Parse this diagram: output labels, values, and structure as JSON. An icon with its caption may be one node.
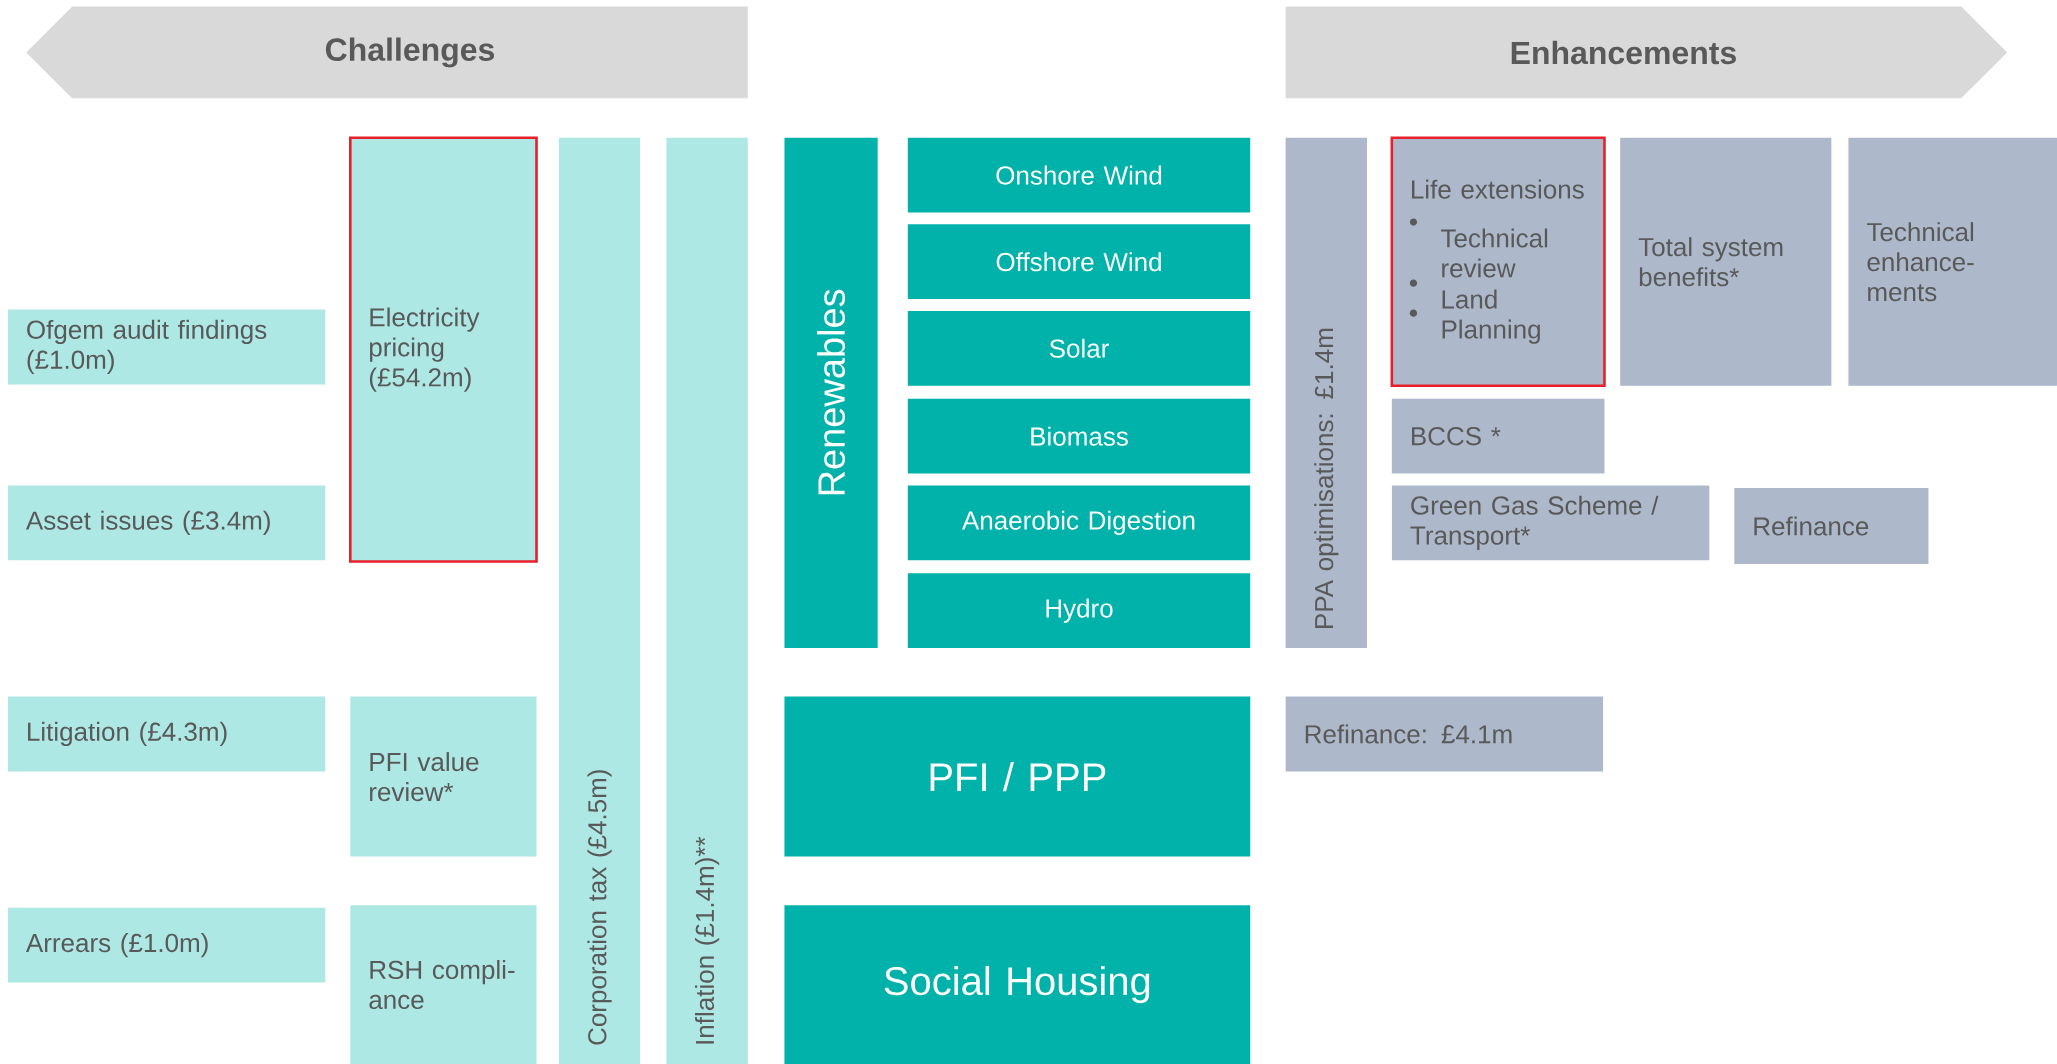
{
  "diagram": {
    "nodes": [
      {
        "text": [
          "Challenges"
        ]
      },
      {
        "text": [
          "Enhancements"
        ]
      },
      {
        "text": [
          "Ofgem audit findings (£1.0m)"
        ]
      },
      {
        "text": [
          "Asset issues (£3.4m)"
        ]
      },
      {
        "text": [
          "Litigation (£4.3m)"
        ]
      },
      {
        "text": [
          "Arrears (£1.0m)"
        ]
      },
      {
        "text": [
          "Electricity pricing (£54.2m)"
        ]
      },
      {
        "text": [
          "PFI value review*"
        ]
      },
      {
        "text": [
          "RSH compli-ance"
        ]
      },
      {
        "text": [
          "Corporation tax (£4.5m)"
        ]
      },
      {
        "text": [
          "Inflation (£1.4m)**"
        ]
      },
      {
        "text": [
          "Renewables"
        ]
      },
      {
        "text": [
          "Onshore Wind"
        ]
      },
      {
        "text": [
          "Offshore Wind"
        ]
      },
      {
        "text": [
          "Solar"
        ]
      },
      {
        "text": [
          "Biomass"
        ]
      },
      {
        "text": [
          "Anaerobic Digestion"
        ]
      },
      {
        "text": [
          "Hydro"
        ]
      },
      {
        "text": [
          "PFI / PPP"
        ]
      },
      {
        "text": [
          "Social Housing"
        ]
      },
      {
        "text": [
          "PPA optimisations: £1.4m"
        ]
      },
      {
        "text": [
          "Life extensions",
          "Technical review",
          "Land",
          "Planning"
        ]
      },
      {
        "text": [
          "Total system benefits*"
        ]
      },
      {
        "text": [
          "Technical enhance-ments"
        ]
      },
      {
        "text": [
          "BCCS *"
        ]
      },
      {
        "text": [
          "Green Gas Scheme / Transport*"
        ]
      },
      {
        "text": [
          "Refinance"
        ]
      },
      {
        "text": [
          "Refinance: £4.1m"
        ]
      }
    ]
  }
}
